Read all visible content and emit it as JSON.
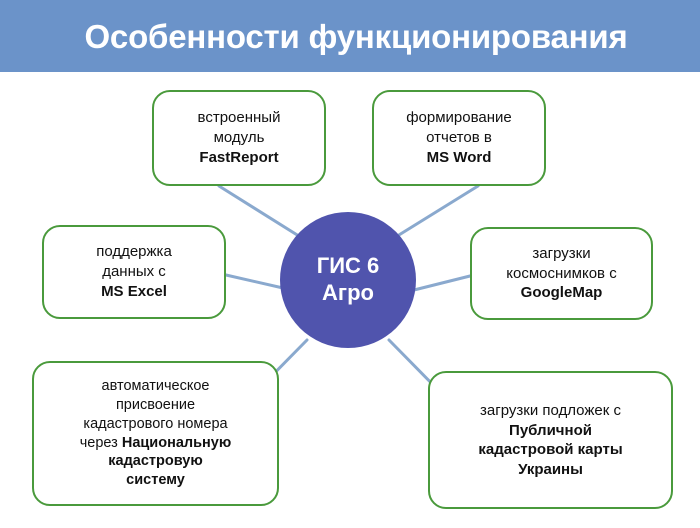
{
  "header": {
    "title": "Особенности функционирования",
    "background_color": "#6b93c9",
    "text_color": "#ffffff"
  },
  "center": {
    "line1": "ГИС 6",
    "line2": "Агро",
    "fill_color": "#5054ad",
    "text_color": "#ffffff"
  },
  "theme": {
    "box_border_color": "#4a9a3c",
    "box_fill_color": "#ffffff",
    "connector_color": "#8aa9ce",
    "body_text_color": "#111111"
  },
  "boxes": [
    {
      "id": "fastreport",
      "position": "top-left",
      "lines": [
        {
          "text": "встроенный",
          "bold": false
        },
        {
          "text": "модуль",
          "bold": false
        },
        {
          "text": "FastReport",
          "bold": true
        }
      ]
    },
    {
      "id": "ms-word",
      "position": "top-right",
      "lines": [
        {
          "text": "формирование",
          "bold": false
        },
        {
          "text": "отчетов в",
          "bold": false
        },
        {
          "text": "MS Word",
          "bold": true
        }
      ]
    },
    {
      "id": "ms-excel",
      "position": "middle-left",
      "lines": [
        {
          "text": "поддержка",
          "bold": false
        },
        {
          "text": "данных с",
          "bold": false
        },
        {
          "text": "MS Excel",
          "bold": true
        }
      ]
    },
    {
      "id": "googlemap",
      "position": "middle-right",
      "lines": [
        {
          "text": "загрузки",
          "bold": false
        },
        {
          "text": "космоснимков с",
          "bold": false
        },
        {
          "text": "GoogleMap",
          "bold": true
        }
      ]
    },
    {
      "id": "cadastral-number",
      "position": "bottom-left",
      "lines": [
        {
          "text": "автоматическое",
          "bold": false
        },
        {
          "text": "присвоение",
          "bold": false
        },
        {
          "text": "кадастрового номера",
          "bold": false
        },
        {
          "text": "через ",
          "bold": false,
          "tail": "Национальную",
          "tail_bold": true
        },
        {
          "text": "кадастровую",
          "bold": true
        },
        {
          "text": "систему",
          "bold": true
        }
      ]
    },
    {
      "id": "public-cadastral-map",
      "position": "bottom-right",
      "lines": [
        {
          "text": "загрузки подложек с",
          "bold": false
        },
        {
          "text": "Публичной",
          "bold": true
        },
        {
          "text": "кадастровой карты",
          "bold": true
        },
        {
          "text": "Украины",
          "bold": true
        }
      ]
    }
  ]
}
